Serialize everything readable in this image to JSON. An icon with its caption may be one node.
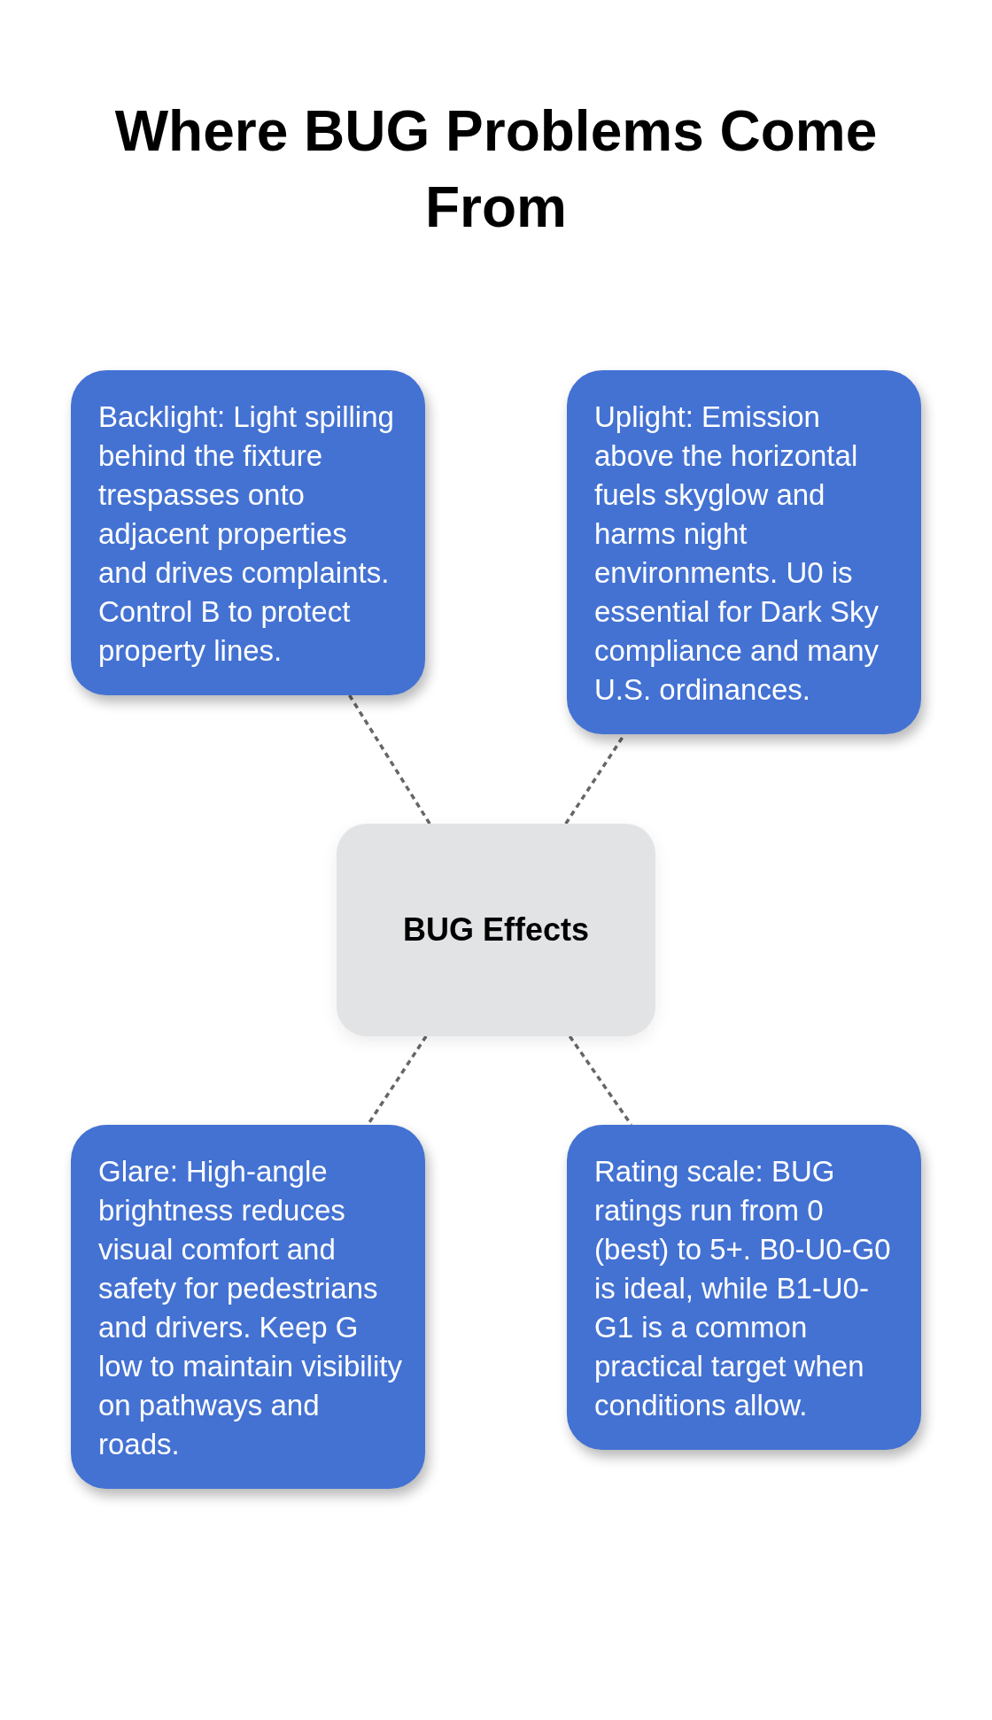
{
  "diagram": {
    "title": "Where BUG Problems Come From",
    "nodes": [
      {
        "text": [
          "Backlight: Light spilling behind the fixture trespasses onto adjacent properties and drives complaints. Control B to protect property lines."
        ]
      },
      {
        "text": [
          "Uplight: Emission above the horizontal fuels skyglow and harms night environments. U0 is essential for Dark Sky compliance and many U.S. ordinances."
        ]
      },
      {
        "text": [
          "BUG Effects"
        ]
      },
      {
        "text": [
          "Glare: High-angle brightness reduces visual comfort and safety for pedestrians and drivers. Keep G low to maintain visibility on pathways and roads."
        ]
      },
      {
        "text": [
          "Rating scale: BUG ratings run from 0 (best) to 5+. B0-U0-G0 is ideal, while B1-U0-G1 is a common practical target when conditions allow."
        ]
      }
    ],
    "edges": [
      {
        "from": 2,
        "to": 0,
        "arrow": "none",
        "style": "dashed"
      },
      {
        "from": 2,
        "to": 1,
        "arrow": "none",
        "style": "dashed"
      },
      {
        "from": 2,
        "to": 3,
        "arrow": "none",
        "style": "dashed"
      },
      {
        "from": 2,
        "to": 4,
        "arrow": "none",
        "style": "dashed"
      }
    ]
  }
}
